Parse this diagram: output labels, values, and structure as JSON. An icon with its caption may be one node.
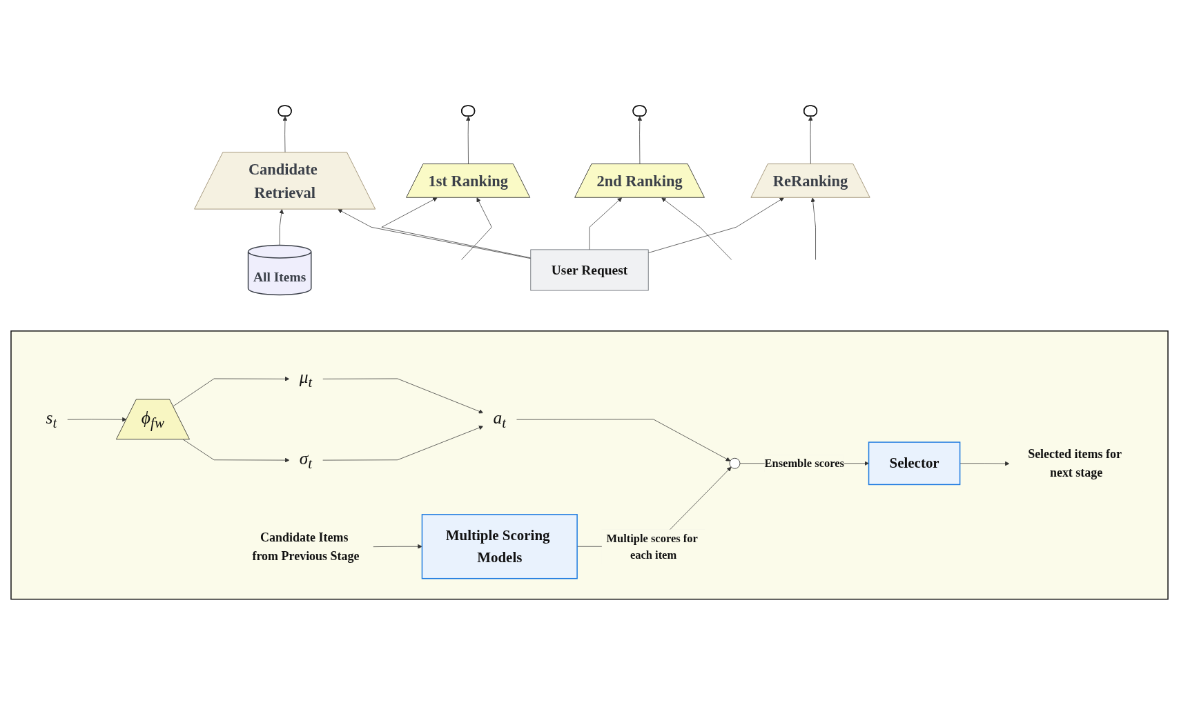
{
  "diagram": {
    "nodes": [
      {
        "text": [],
        "shape": "pill"
      },
      {
        "text": [],
        "shape": "pill"
      },
      {
        "text": [],
        "shape": "pill"
      },
      {
        "text": [],
        "shape": "pill"
      },
      {
        "text": [
          "Candidate Retrieval"
        ]
      },
      {
        "text": [
          "1st Ranking"
        ]
      },
      {
        "text": [
          "2nd Ranking"
        ]
      },
      {
        "text": [
          "ReRanking"
        ]
      },
      {
        "text": [
          "All Items"
        ]
      },
      {
        "text": [
          "User Request"
        ]
      },
      {
        "text": [],
        "shape": "trapezoid"
      },
      {
        "text": [
          "s$_{t}$"
        ],
        "in": 10
      },
      {
        "text": [
          "ϕ$_{fw}$"
        ],
        "in": 10
      },
      {
        "text": [
          "μ$_{t}$"
        ],
        "in": 10
      },
      {
        "text": [
          "σ$_{t}$"
        ],
        "in": 10
      },
      {
        "text": [
          "a$_{t}$"
        ],
        "in": 10
      },
      {
        "text": [],
        "shape": "circle",
        "in": 10
      },
      {
        "text": [
          "Candidate Items from Previous Stage"
        ],
        "in": 10
      },
      {
        "text": [
          "Multiple Scoring Models"
        ],
        "in": 10
      },
      {
        "text": [
          "Selector"
        ],
        "in": 10
      },
      {
        "text": [
          "Selected items for next stage"
        ],
        "in": 10
      }
    ],
    "edges": [
      {
        "from": 4,
        "to": 0,
        "arrow": "to"
      },
      {
        "from": 5,
        "to": 1,
        "arrow": "to"
      },
      {
        "from": 6,
        "to": 2,
        "arrow": "to"
      },
      {
        "from": 7,
        "to": 3,
        "arrow": "to"
      },
      {
        "from": 8,
        "to": 4,
        "arrow": "to"
      },
      {
        "from": 9,
        "to": 4,
        "arrow": "to"
      },
      {
        "from": 9,
        "to": 5,
        "arrow": "to"
      },
      {
        "from": 9,
        "to": 6,
        "arrow": "to"
      },
      {
        "from": 9,
        "to": 7,
        "arrow": "to"
      },
      {
        "from": null,
        "to": 5,
        "arrow": "to"
      },
      {
        "from": null,
        "to": 6,
        "arrow": "to"
      },
      {
        "from": null,
        "to": 7,
        "arrow": "to"
      },
      {
        "from": 11,
        "to": 12,
        "arrow": "to"
      },
      {
        "from": 12,
        "to": 13,
        "arrow": "to"
      },
      {
        "from": 12,
        "to": 14,
        "arrow": "to"
      },
      {
        "from": 13,
        "to": 15,
        "arrow": "to"
      },
      {
        "from": 14,
        "to": 15,
        "arrow": "to"
      },
      {
        "from": 15,
        "to": 16,
        "arrow": "to"
      },
      {
        "from": 17,
        "to": 18,
        "arrow": "to"
      },
      {
        "from": 18,
        "to": 16,
        "label": "Multiple scores for each item",
        "arrow": "to"
      },
      {
        "from": 16,
        "to": 19,
        "label": "Ensemble scores",
        "arrow": "to"
      },
      {
        "from": 19,
        "to": 20,
        "arrow": "to"
      }
    ]
  }
}
